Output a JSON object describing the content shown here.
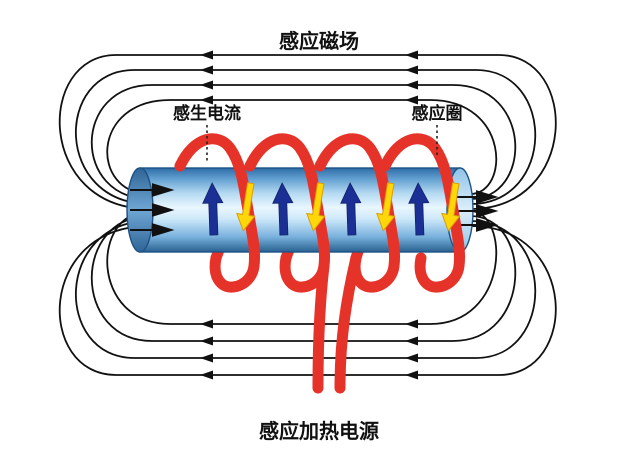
{
  "diagram": {
    "title_top": "感应磁场",
    "label_induced_current": "感生电流",
    "label_induction_coil": "感应圈",
    "label_power_source": "感应加热电源"
  },
  "colors": {
    "coil_red": "#e63329",
    "arrow_yellow": "#ffd60a",
    "arrow_blue": "#1b2f94",
    "field_line_black": "#111111",
    "cylinder_dark_blue": "#2e6ca8",
    "cylinder_light_blue": "#e9f6fe"
  }
}
